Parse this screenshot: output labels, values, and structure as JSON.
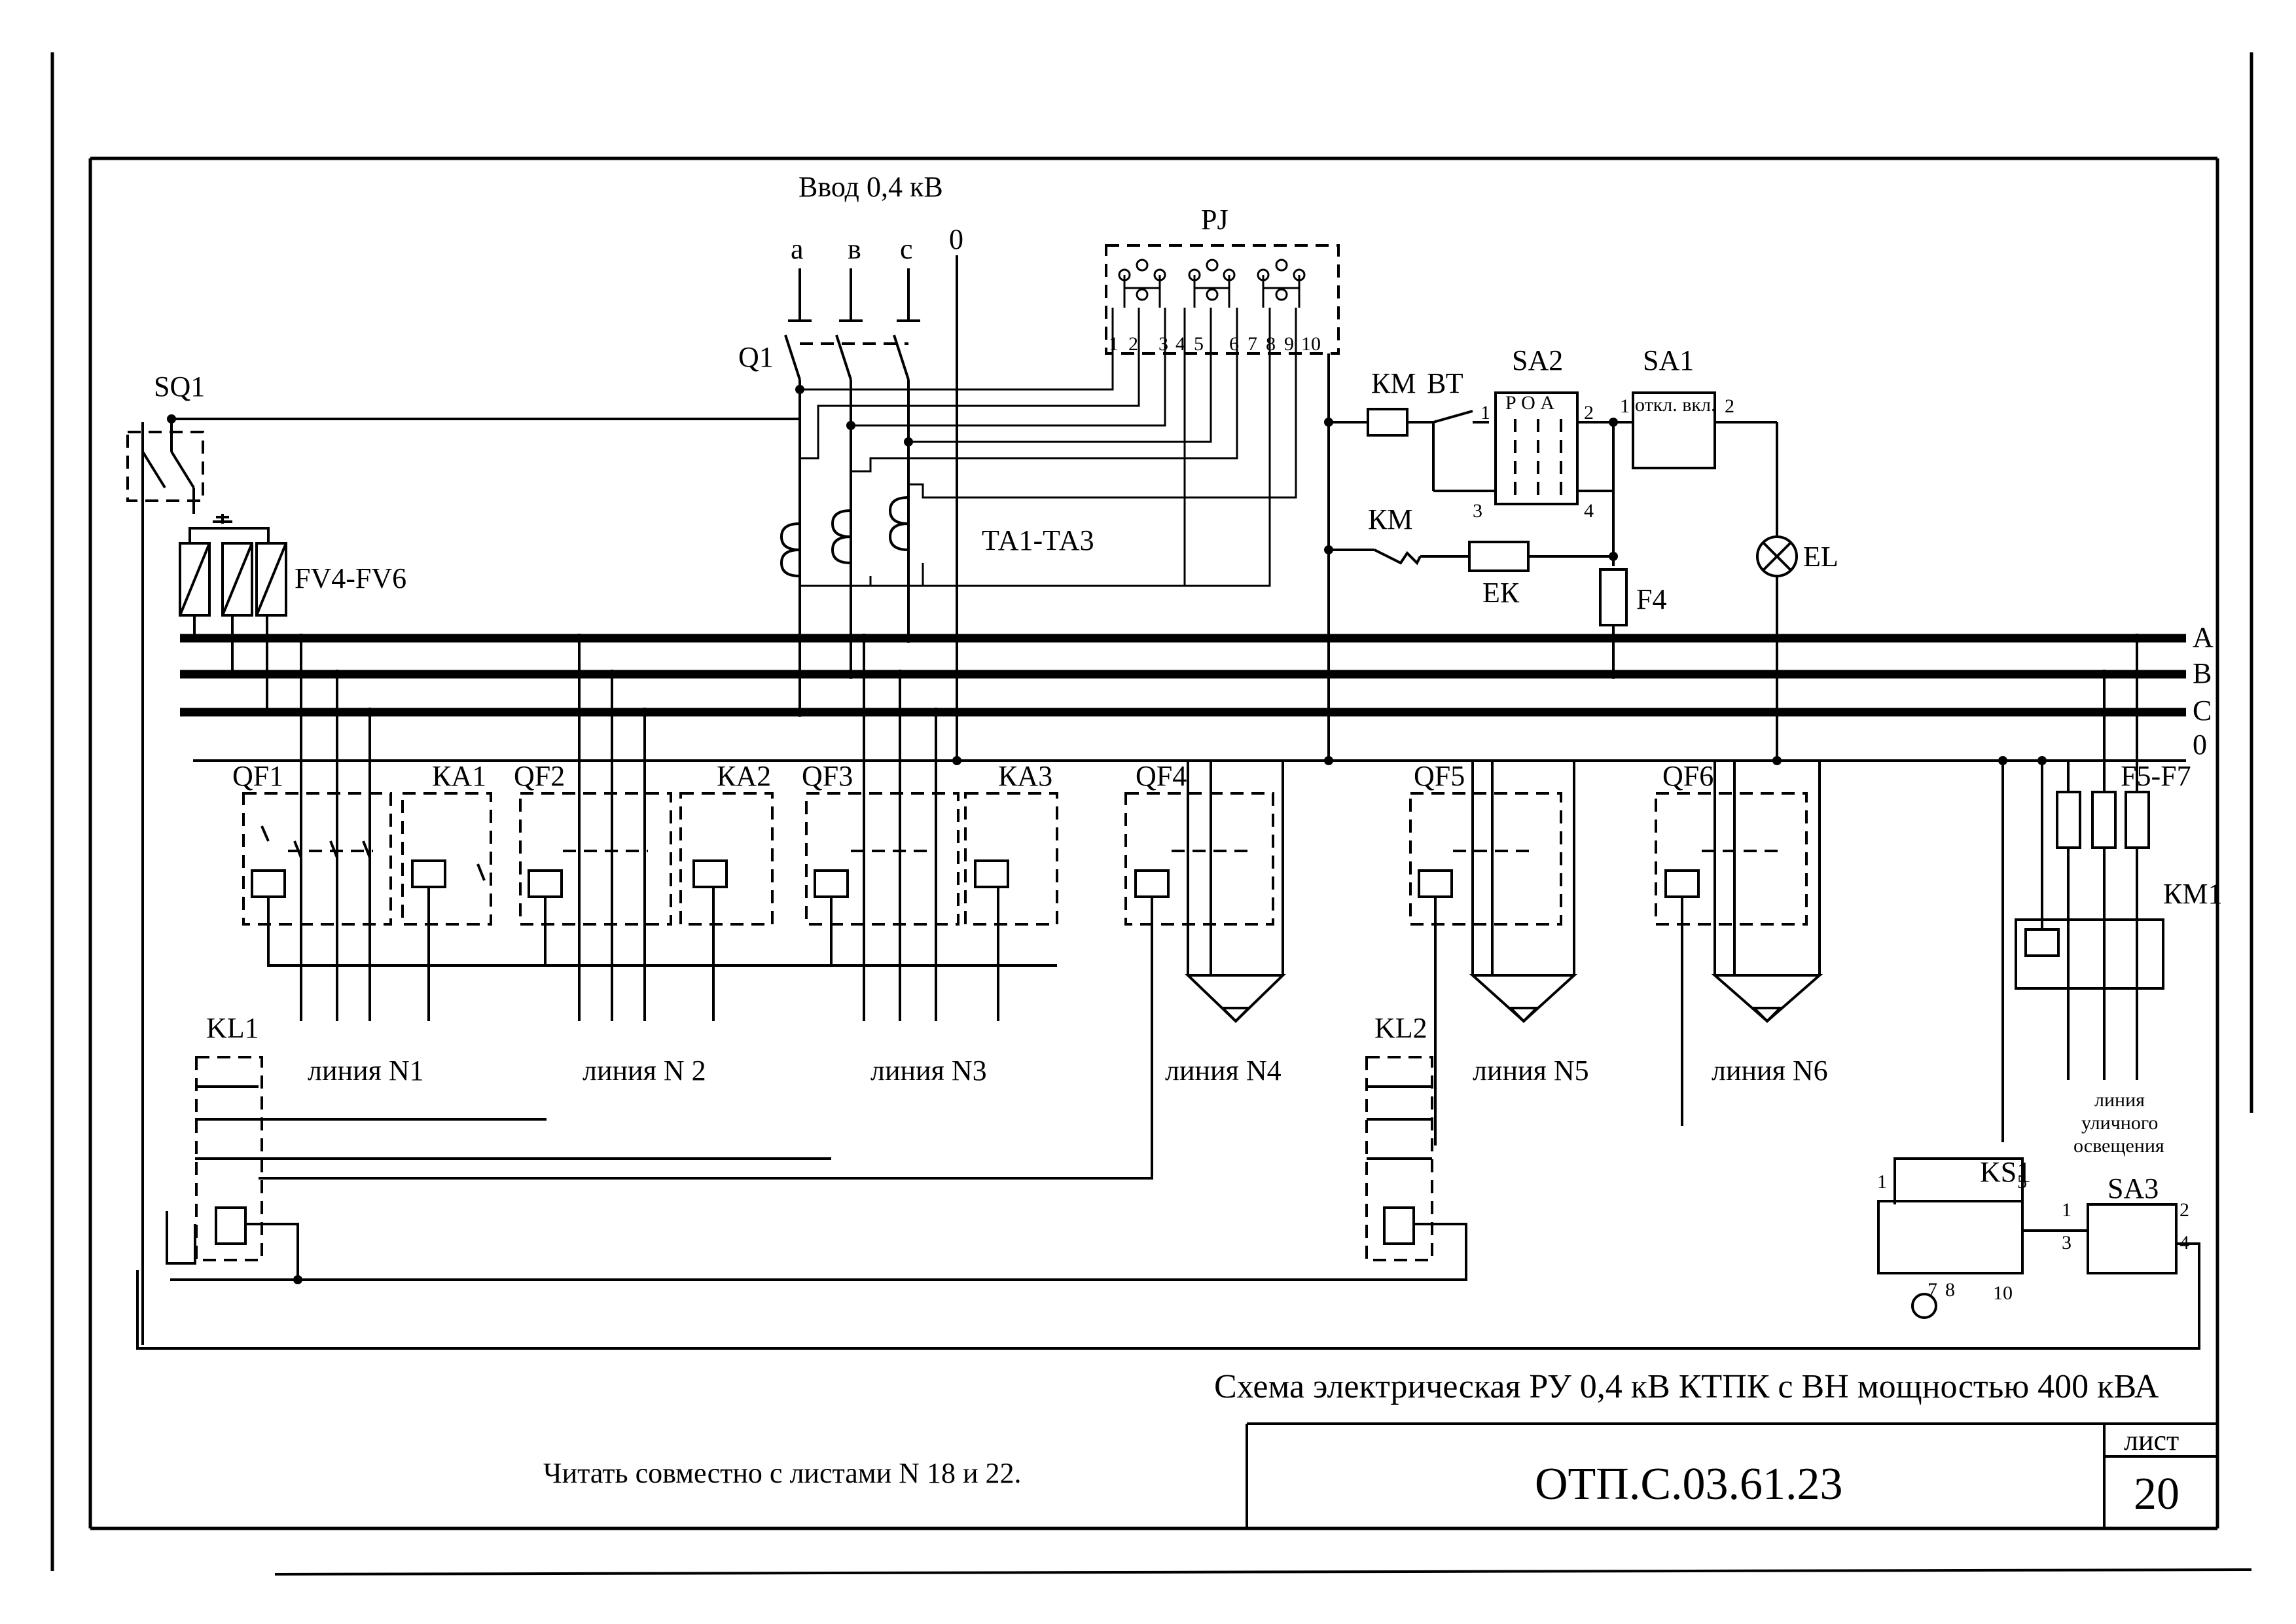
{
  "input": {
    "title": "Ввод 0,4 кВ",
    "phases": [
      "а",
      "в",
      "с"
    ],
    "neutral": "0"
  },
  "bus_labels": [
    "А",
    "В",
    "С",
    "0"
  ],
  "labels": {
    "q1": "Q1",
    "sq1": "SQ1",
    "fv": "FV4-FV6",
    "ta": "ТА1-ТА3",
    "pj": "PJ",
    "pj_terminals": [
      "1",
      "2",
      "3",
      "4",
      "5",
      "6",
      "7",
      "8",
      "9",
      "10"
    ],
    "km": "КМ",
    "bt": "ВТ",
    "sa2": "SA2",
    "sa2_modes": "Р О А",
    "sa1": "SA1",
    "sa1_modes": "откл. вкл.",
    "ek": "ЕК",
    "f4": "F4",
    "el": "EL",
    "qf": [
      "QF1",
      "QF2",
      "QF3",
      "QF4",
      "QF5",
      "QF6"
    ],
    "ka": [
      "КА1",
      "КА2",
      "КА3"
    ],
    "kl": [
      "KL1",
      "KL2"
    ],
    "f5f7": "F5-F7",
    "km1": "КМ1",
    "ks1": "KS1",
    "sa3": "SA3"
  },
  "pin_numbers": {
    "sa2": [
      "1",
      "2",
      "3",
      "4"
    ],
    "sa1": [
      "1",
      "2"
    ],
    "ks1": [
      "1",
      "5",
      "7",
      "8",
      "10"
    ],
    "sa3": [
      "1",
      "2",
      "3",
      "4"
    ]
  },
  "lines": [
    "линия N1",
    "линия N 2",
    "линия N3",
    "линия N4",
    "линия N5",
    "линия N6"
  ],
  "street_lighting": [
    "линия",
    "уличного",
    "освещения"
  ],
  "caption": "Схема электрическая РУ 0,4 кВ КТПК с ВН мощностью 400 кВА",
  "note": "Читать совместно с листами N 18 и 22.",
  "doc_code": "ОТП.С.03.61.23",
  "sheet": {
    "label": "лист",
    "number": "20"
  }
}
